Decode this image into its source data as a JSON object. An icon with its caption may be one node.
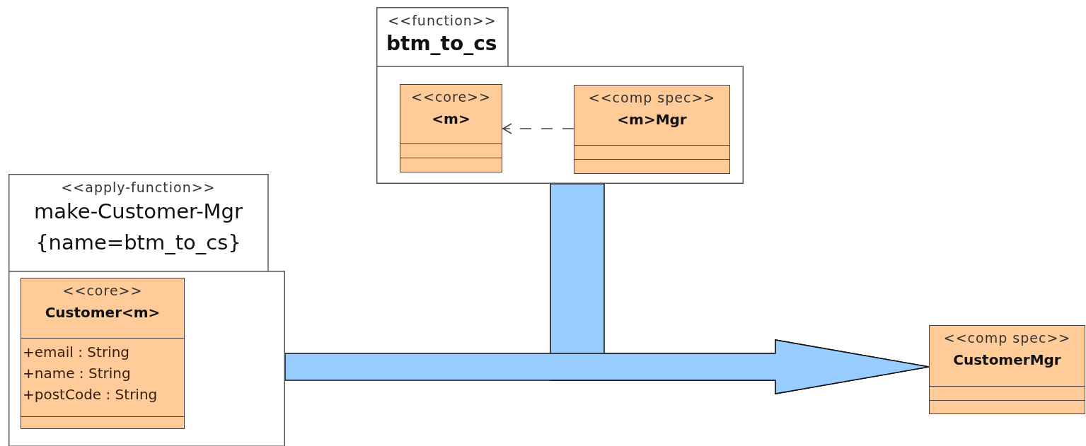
{
  "diagram": {
    "nodes": [
      {
        "text": [
          "<<function>>",
          "btm_to_cs"
        ]
      },
      {
        "text": [
          "<<core>>",
          "<m>"
        ],
        "in": 0
      },
      {
        "text": [
          "<<comp spec>>",
          "<m>Mgr"
        ],
        "in": 0
      },
      {
        "text": [
          "<<apply-function>>",
          "make-Customer-Mgr",
          "{name=btm_to_cs}"
        ]
      },
      {
        "text": [
          "<<core>>",
          "Customer<m>",
          "+email : String",
          "+name : String",
          "+postCode : String"
        ],
        "in": 3
      },
      {
        "text": [
          "<<comp spec>>",
          "CustomerMgr"
        ]
      }
    ],
    "edges": [
      {
        "from": 2,
        "to": 1,
        "arrow": "to",
        "style": "dashed",
        "color": "#444444"
      },
      {
        "from": 0,
        "to": 5,
        "arrow": "to",
        "style": "thick",
        "color": "#99ccff"
      },
      {
        "from": 3,
        "to": 5,
        "arrow": "to",
        "style": "thick",
        "color": "#99ccff"
      }
    ]
  }
}
